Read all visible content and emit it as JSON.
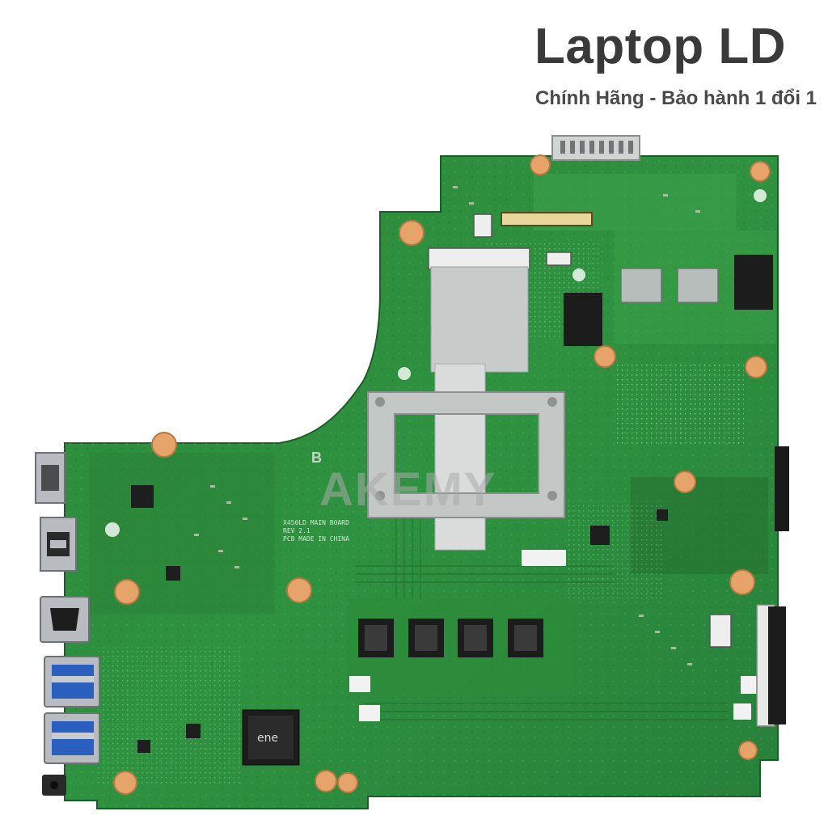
{
  "header": {
    "title": "Laptop LD",
    "subtitle": "Chính Hãng - Bảo hành 1 đổi 1"
  },
  "watermark": {
    "text": "AKEMY",
    "letter": "B"
  },
  "board": {
    "silkscreen_lines": [
      "X450LD MAIN BOARD",
      "REV 2.1",
      "PCB MADE IN CHINA"
    ],
    "chip_label": "ene",
    "colors": {
      "pcb": "#2f8a3c",
      "pcb_dark": "#236b2c",
      "pcb_light": "#3da14a",
      "pad": "#e0a060",
      "metal": "#c9cdc9",
      "chip": "#1c1c1c",
      "port": "#b8bcc0",
      "usb_blue": "#2a5fbf"
    },
    "icons": [
      "motherboard-image",
      "usb-port-icon",
      "hdmi-port-icon",
      "audio-jack-icon"
    ]
  }
}
